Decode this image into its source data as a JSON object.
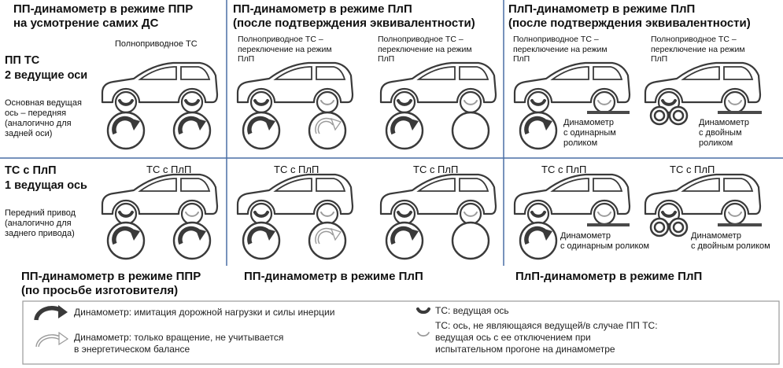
{
  "columns": {
    "c1": {
      "title_line1": "ПП-динамометр в режиме ППР",
      "title_line2": "на усмотрение самих ДС"
    },
    "c2": {
      "title_line1": "ПП-динамометр в режиме ПлП",
      "title_line2": "(после подтверждения эквивалентности)"
    },
    "c3": {
      "title_line1": "ПлП-динамометр в режиме ПлП",
      "title_line2": "(после подтверждения эквивалентности)"
    }
  },
  "row1": {
    "label_line1": "ПП ТС",
    "label_line2": "2 ведущие оси",
    "desc": [
      "Основная ведущая",
      "ось – передняя",
      "(аналогично для",
      "задней оси)"
    ],
    "c1_caption": "Полноприводное ТС",
    "c2a_caption": [
      "Полноприводное ТС –",
      "переключение на режим",
      "ПлП"
    ],
    "c2b_caption": [
      "Полноприводное ТС –",
      "переключение на режим",
      "ПлП"
    ],
    "c3a_caption": [
      "Полноприводное ТС –",
      "переключение на режим",
      "ПлП"
    ],
    "c3b_caption": [
      "Полноприводное ТС –",
      "переключение на режим",
      "ПлП"
    ],
    "c3a_dyn": [
      "Динамометр",
      "с одинарным",
      "роликом"
    ],
    "c3b_dyn": [
      "Динамометр",
      "с двойным",
      "роликом"
    ]
  },
  "row2": {
    "label_line1": "ТС с ПлП",
    "label_line2": "1 ведущая ось",
    "desc": [
      "Передний привод",
      "(аналогично для",
      "заднего привода)"
    ],
    "caption": "ТС с ПлП",
    "c3a_dyn": [
      "Динамометр",
      "с одинарным роликом"
    ],
    "c3b_dyn": [
      "Динамометр",
      "с двойным роликом"
    ]
  },
  "bottom": {
    "b1_line1": "ПП-динамометр в режиме ППР",
    "b1_line2": "(по просьбе изготовителя)",
    "b2": "ПП-динамометр в режиме ПлП",
    "b3": "ПлП-динамометр в режиме ПлП"
  },
  "legend": {
    "dyn_active": "Динамометр: имитация дорожной нагрузки и силы инерции",
    "dyn_passive_line1": "Динамометр: только вращение, не учитывается",
    "dyn_passive_line2": "в энергетическом балансе",
    "ts_driven": "ТС: ведущая ось",
    "ts_nondriven_line1": "ТС: ось, не являющаяся ведущей/в случае ПП ТС:",
    "ts_nondriven_line2": "ведущая ось с ее отключением при",
    "ts_nondriven_line3": "испытательном прогоне на динамометре"
  },
  "colors": {
    "divider": "#4a6fa5",
    "outline": "#3a3a3a",
    "roller_fill": "#4a4a4a",
    "passive": "#9a9a9a",
    "legend_border": "#9a9a9a"
  }
}
